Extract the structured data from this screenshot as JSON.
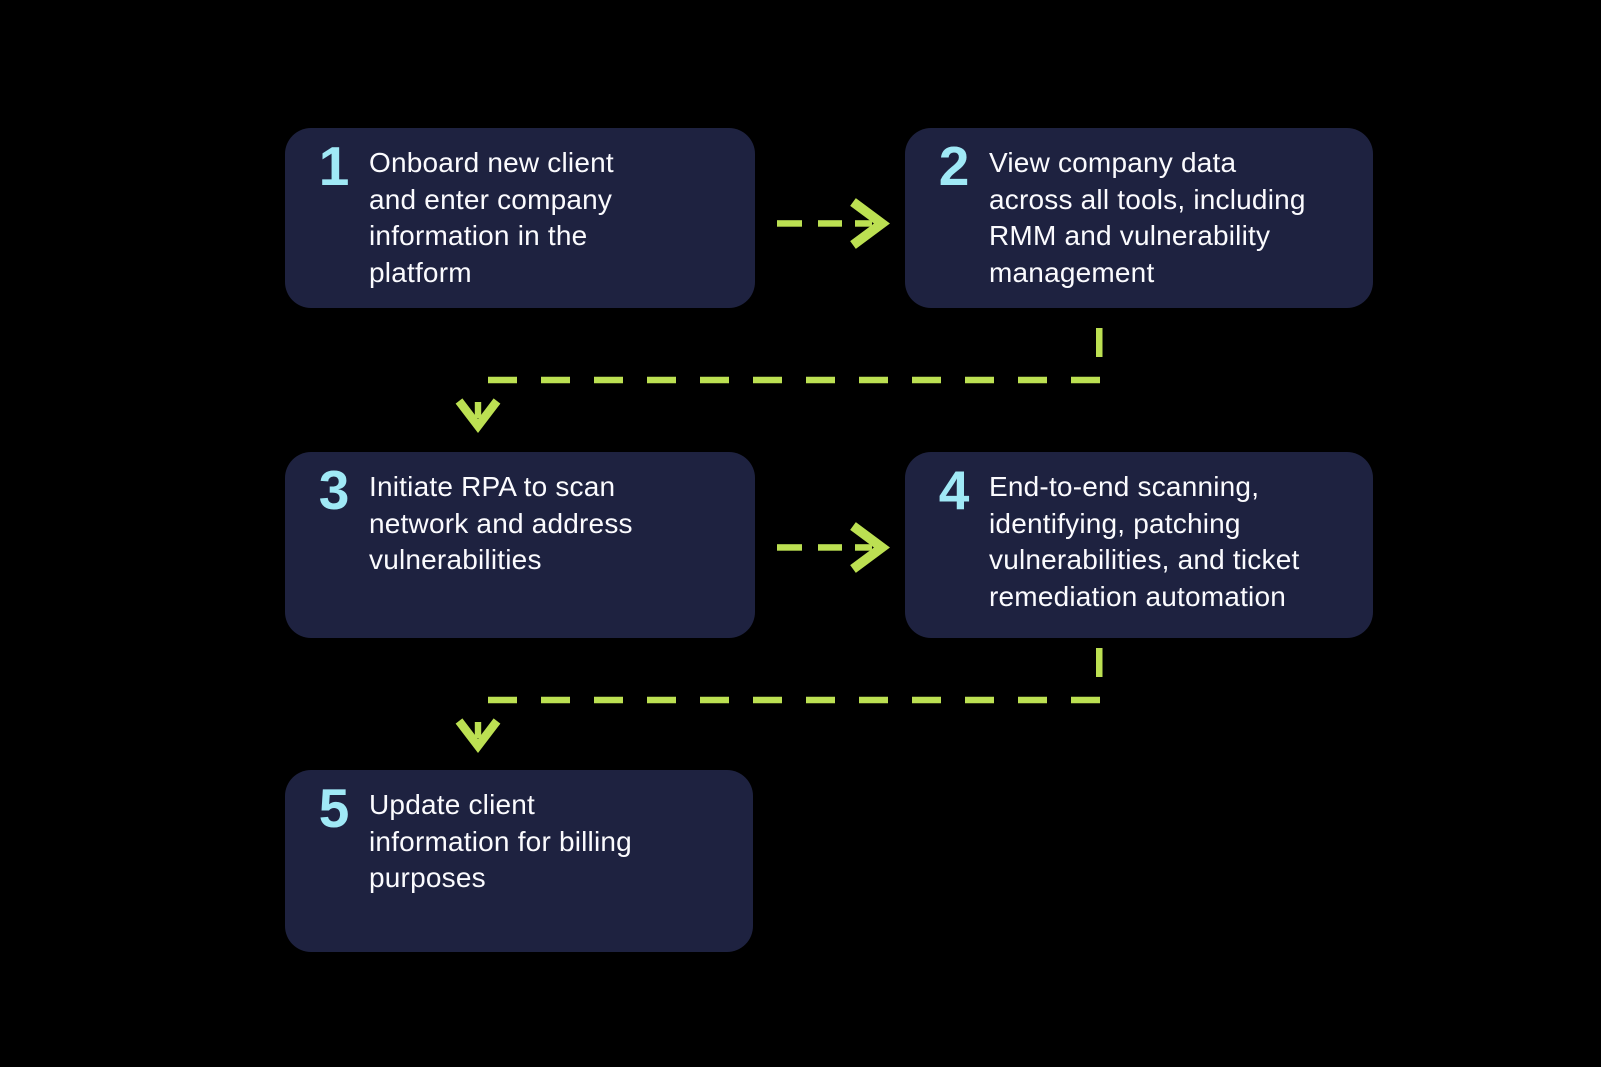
{
  "diagram": {
    "type": "flowchart",
    "background": "#000000",
    "colors": {
      "bg": "#000000",
      "box": "#1e2240",
      "number": "#a0e9f6",
      "arrow": "#bce052",
      "text": "#fbfbfe"
    },
    "steps": [
      {
        "number": "1",
        "text": "Onboard new client\nand enter company\ninformation in the\nplatform"
      },
      {
        "number": "2",
        "text": "View company data\nacross all tools, including\nRMM and vulnerability\nmanagement"
      },
      {
        "number": "3",
        "text": "Initiate RPA to scan\nnetwork and address\nvulnerabilities"
      },
      {
        "number": "4",
        "text": "End-to-end scanning,\nidentifying, patching\nvulnerabilities, and ticket\nremediation automation"
      },
      {
        "number": "5",
        "text": "Update client\ninformation for billing\npurposes"
      }
    ],
    "connections": [
      {
        "from": "1",
        "to": "2",
        "style": "dashed-arrow-right"
      },
      {
        "from": "2",
        "to": "3",
        "style": "dashed-elbow-down-left"
      },
      {
        "from": "3",
        "to": "4",
        "style": "dashed-arrow-right"
      },
      {
        "from": "4",
        "to": "5",
        "style": "dashed-elbow-down-left"
      }
    ]
  }
}
